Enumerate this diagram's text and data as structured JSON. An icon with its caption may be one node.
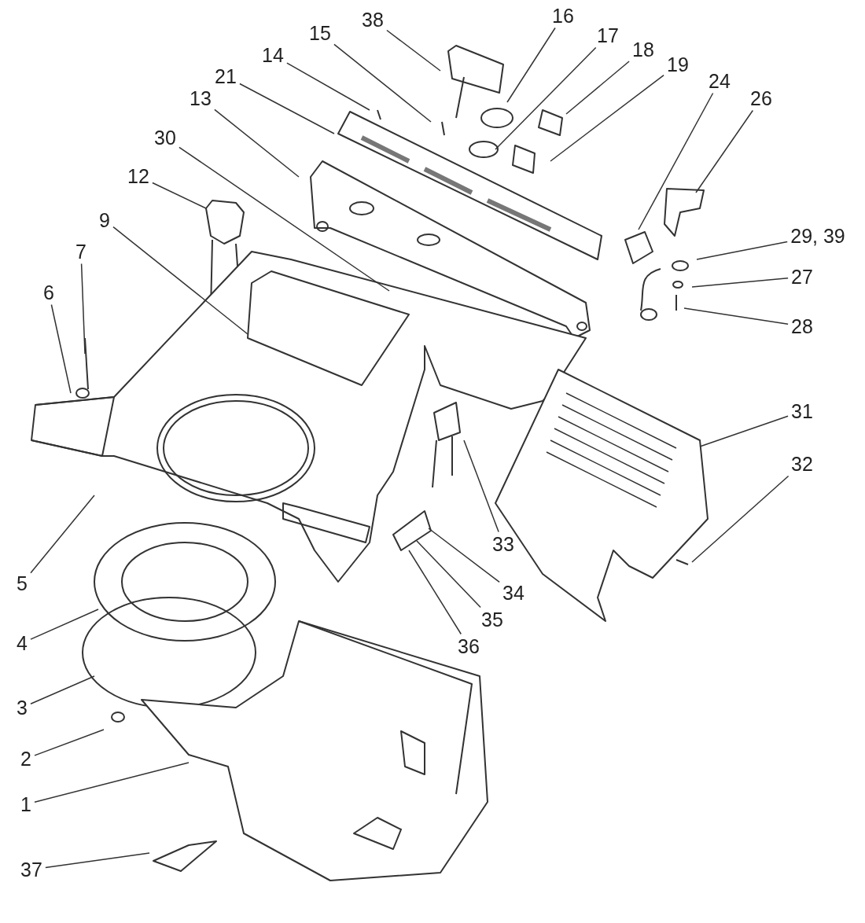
{
  "diagram": {
    "nodes": [
      {
        "text": [
          "38"
        ]
      },
      {
        "text": [
          "16"
        ]
      },
      {
        "text": [
          "15"
        ]
      },
      {
        "text": [
          "17"
        ]
      },
      {
        "text": [
          "14"
        ]
      },
      {
        "text": [
          "18"
        ]
      },
      {
        "text": [
          "19"
        ]
      },
      {
        "text": [
          "21"
        ]
      },
      {
        "text": [
          "24"
        ]
      },
      {
        "text": [
          "13"
        ]
      },
      {
        "text": [
          "26"
        ]
      },
      {
        "text": [
          "30"
        ]
      },
      {
        "text": [
          "12"
        ]
      },
      {
        "text": [
          "9"
        ]
      },
      {
        "text": [
          "29, 39"
        ]
      },
      {
        "text": [
          "7"
        ]
      },
      {
        "text": [
          "27"
        ]
      },
      {
        "text": [
          "6"
        ]
      },
      {
        "text": [
          "28"
        ]
      },
      {
        "text": [
          "31"
        ]
      },
      {
        "text": [
          "32"
        ]
      },
      {
        "text": [
          "33"
        ]
      },
      {
        "text": [
          "5"
        ]
      },
      {
        "text": [
          "34"
        ]
      },
      {
        "text": [
          "35"
        ]
      },
      {
        "text": [
          "4"
        ]
      },
      {
        "text": [
          "36"
        ]
      },
      {
        "text": [
          "3"
        ]
      },
      {
        "text": [
          "2"
        ]
      },
      {
        "text": [
          "1"
        ]
      },
      {
        "text": [
          "37"
        ]
      }
    ],
    "edges": [
      {
        "from": 0,
        "to": null,
        "arrow": "none"
      },
      {
        "from": 1,
        "to": null,
        "arrow": "none"
      },
      {
        "from": 2,
        "to": null,
        "arrow": "none"
      },
      {
        "from": 3,
        "to": null,
        "arrow": "none"
      },
      {
        "from": 4,
        "to": null,
        "arrow": "none"
      },
      {
        "from": 5,
        "to": null,
        "arrow": "none"
      },
      {
        "from": 6,
        "to": null,
        "arrow": "none"
      },
      {
        "from": 7,
        "to": null,
        "arrow": "none"
      },
      {
        "from": 8,
        "to": null,
        "arrow": "none"
      },
      {
        "from": 9,
        "to": null,
        "arrow": "none"
      },
      {
        "from": 10,
        "to": null,
        "arrow": "none"
      },
      {
        "from": 11,
        "to": null,
        "arrow": "none"
      },
      {
        "from": 12,
        "to": null,
        "arrow": "none"
      },
      {
        "from": 13,
        "to": null,
        "arrow": "none"
      },
      {
        "from": 14,
        "to": null,
        "arrow": "none"
      },
      {
        "from": 15,
        "to": null,
        "arrow": "none"
      },
      {
        "from": 16,
        "to": null,
        "arrow": "none"
      },
      {
        "from": 17,
        "to": null,
        "arrow": "none"
      },
      {
        "from": 18,
        "to": null,
        "arrow": "none"
      },
      {
        "from": 19,
        "to": null,
        "arrow": "none"
      },
      {
        "from": 20,
        "to": null,
        "arrow": "none"
      },
      {
        "from": 21,
        "to": null,
        "arrow": "none"
      },
      {
        "from": 22,
        "to": null,
        "arrow": "none"
      },
      {
        "from": 23,
        "to": null,
        "arrow": "none"
      },
      {
        "from": 24,
        "to": null,
        "arrow": "none"
      },
      {
        "from": 25,
        "to": null,
        "arrow": "none"
      },
      {
        "from": 26,
        "to": null,
        "arrow": "none"
      },
      {
        "from": 27,
        "to": null,
        "arrow": "none"
      },
      {
        "from": 28,
        "to": null,
        "arrow": "none"
      },
      {
        "from": 29,
        "to": null,
        "arrow": "none"
      },
      {
        "from": 30,
        "to": null,
        "arrow": "none"
      }
    ]
  }
}
